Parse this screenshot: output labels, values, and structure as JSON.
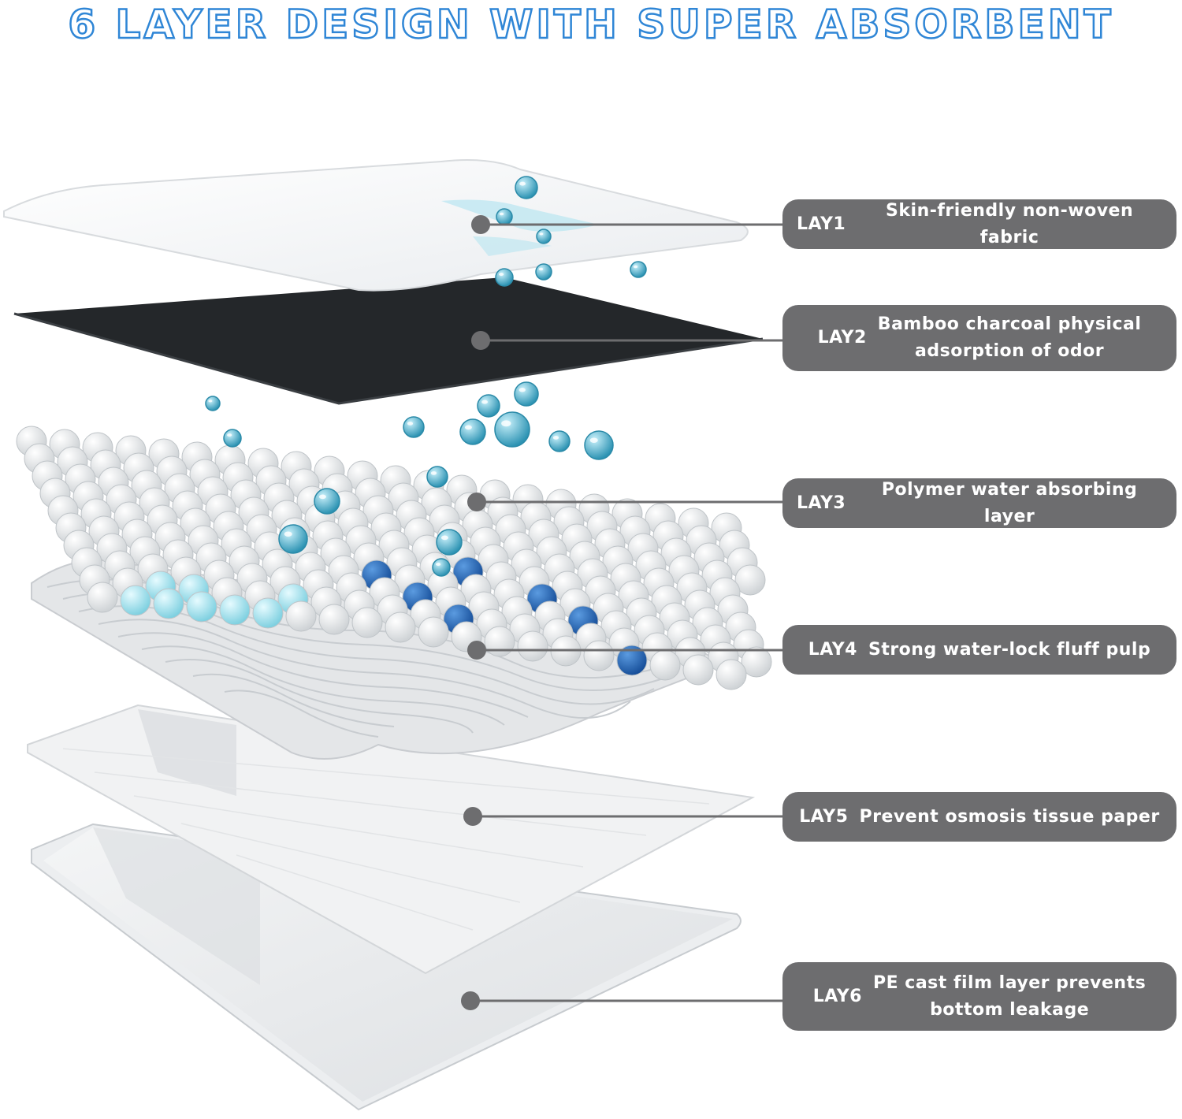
{
  "title": "6 LAYER DESIGN WITH SUPER ABSORBENT",
  "colors": {
    "title_outline": "#2f86d6",
    "callout_bg": "#6d6d6f",
    "callout_text": "#ffffff",
    "leader_line": "#6d6d6f",
    "charcoal_layer": "#222426",
    "water_drop": "#4fb3cf",
    "polymer_blue": "#1f63b5",
    "polymer_light": "#9fdde8"
  },
  "layers": [
    {
      "id": "LAY1",
      "text": "Skin-friendly non-woven fabric",
      "icon": "non-woven-sheet"
    },
    {
      "id": "LAY2",
      "text": "Bamboo charcoal physical\nadsorption of odor",
      "icon": "charcoal-sheet"
    },
    {
      "id": "LAY3",
      "text": "Polymer water absorbing layer",
      "icon": "polymer-beads"
    },
    {
      "id": "LAY4",
      "text": "Strong water-lock fluff pulp",
      "icon": "wavy-pulp"
    },
    {
      "id": "LAY5",
      "text": "Prevent osmosis tissue paper",
      "icon": "tissue-sheet"
    },
    {
      "id": "LAY6",
      "text": "PE cast film layer prevents\nbottom leakage",
      "icon": "pe-film-sheet"
    }
  ]
}
